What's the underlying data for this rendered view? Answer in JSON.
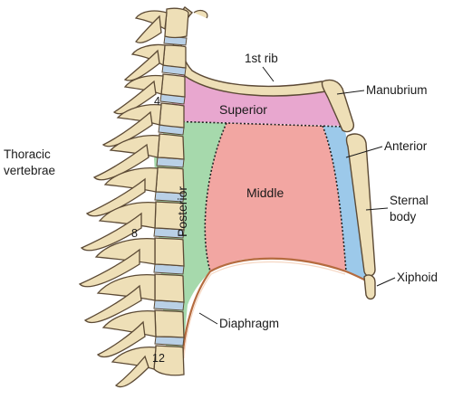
{
  "labels": {
    "first_rib": "1st rib",
    "manubrium": "Manubrium",
    "superior": "Superior",
    "anterior": "Anterior",
    "thoracic_line1": "Thoracic",
    "thoracic_line2": "vertebrae",
    "middle": "Middle",
    "posterior": "Posterior",
    "sternal_line1": "Sternal",
    "sternal_line2": "body",
    "xiphoid": "Xiphoid",
    "diaphragm": "Diaphragm"
  },
  "vertebra_numbers": {
    "v4": "4",
    "v8": "8",
    "v12": "12"
  },
  "colors": {
    "superior_region": "#e8a7cf",
    "middle_region": "#f2a6a2",
    "posterior_region": "#a6d9ac",
    "anterior_region": "#9cc9ea",
    "bone": "#eedfb7",
    "bone_outline": "#5c4a35",
    "disc": "#b9d0e6"
  }
}
